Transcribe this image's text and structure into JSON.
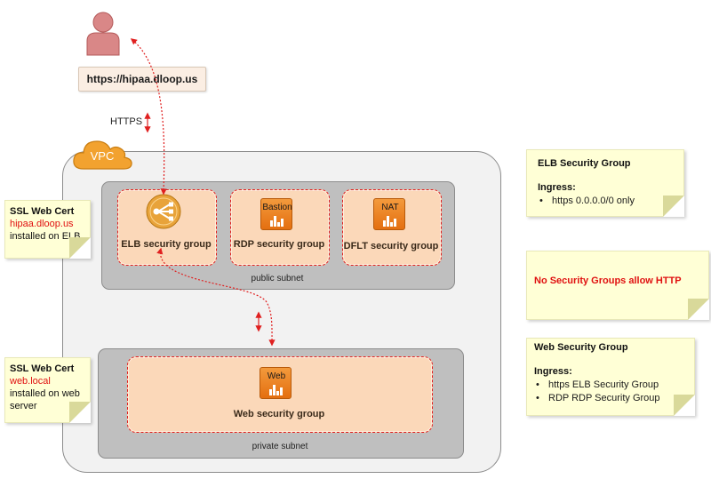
{
  "url": "https://hipaa.dloop.us",
  "https_label": "HTTPS",
  "vpc_label": "VPC",
  "public_subnet_label": "public subnet",
  "private_subnet_label": "private subnet",
  "security_groups": {
    "elb": "ELB security group",
    "rdp": "RDP security group",
    "dflt": "DFLT security group",
    "web": "Web security group"
  },
  "icons": {
    "bastion": "Bastion",
    "nat": "NAT",
    "web": "Web"
  },
  "ssl_cert_elb": {
    "title": "SSL Web Cert",
    "domain": "hipaa.dloop.us",
    "installed": "installed on ELB"
  },
  "ssl_cert_web": {
    "title": "SSL Web Cert",
    "domain": "web.local",
    "installed_line1": "installed on web",
    "installed_line2": "server"
  },
  "elb_sg_note": {
    "title": "ELB Security Group",
    "ingress": "Ingress:",
    "rules": [
      "https 0.0.0.0/0 only"
    ]
  },
  "http_note": {
    "text": "No Security Groups allow HTTP"
  },
  "web_sg_note": {
    "title": "Web Security Group",
    "ingress": "Ingress:",
    "rules": [
      "https ELB Security Group",
      "RDP RDP Security Group"
    ]
  },
  "colors": {
    "sg_fill": "#fbd8b9",
    "sg_border": "#e02020",
    "icon_orange": "#e46f10",
    "note_fill": "#ffffd6",
    "alert_red": "#e01010"
  }
}
